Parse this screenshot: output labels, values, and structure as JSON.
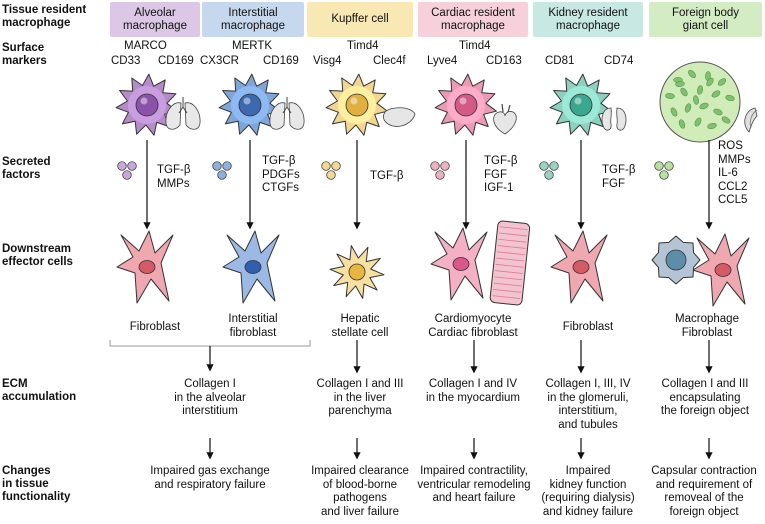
{
  "row_labels": {
    "macrophage": "Tissue resident\nmacrophage",
    "markers": "Surface\nmarkers",
    "secreted": "Secreted\nfactors",
    "effector": "Downstream\neffector cells",
    "ecm": "ECM\naccumulation",
    "function": "Changes\nin tissue\nfunctionality"
  },
  "columns": [
    {
      "header": "Alveolar\nmacrophage",
      "color": "#dcc8e6",
      "markers": [
        "MARCO",
        "CD33",
        "CD169"
      ],
      "secreted": "TGF-β\nMMPs",
      "effector": "Fibroblast",
      "ecm": "Collagen I\nin the alveolar\ninterstitium",
      "function": "Impaired gas exchange\nand respiratory failure",
      "cell_color": "#b48cc8",
      "nucleus_color": "#8a52a8",
      "dot_color": "#c8a8dc",
      "organ_icon": "lungs-icon"
    },
    {
      "header": "Interstitial\nmacrophage",
      "color": "#c6d8ee",
      "markers": [
        "MERTK",
        "CX3CR",
        "CD169"
      ],
      "secreted": "TGF-β\nPDGFs\nCTGFs",
      "effector": "Interstitial\nfibroblast",
      "cell_color": "#7ea6d8",
      "nucleus_color": "#3d68b0",
      "dot_color": "#8fb0dc",
      "organ_icon": "lungs-icon"
    },
    {
      "header": "Kupffer cell",
      "color": "#f7e8b4",
      "markers": [
        "Timd4",
        "Visg4",
        "Clec4f"
      ],
      "secreted": "TGF-β",
      "effector": "Hepatic\nstellate cell",
      "ecm": "Collagen I and III\nin the liver\nparenchyma",
      "function": "Impaired clearance\nof blood-borne\npathogens\nand liver failure",
      "cell_color": "#f0d690",
      "nucleus_color": "#e0b040",
      "dot_color": "#f2d890",
      "organ_icon": "liver-icon"
    },
    {
      "header": "Cardiac resident\nmacrophage",
      "color": "#f6d0da",
      "markers": [
        "Timd4",
        "Lyve4",
        "CD163"
      ],
      "secreted": "TGF-β\nFGF\nIGF-1",
      "effector": "Cardiomyocyte\nCardiac fibroblast",
      "ecm": "Collagen I and IV\nin the myocardium",
      "function": "Impaired contractility,\nventricular remodeling\nand heart failure",
      "cell_color": "#ec9ab4",
      "nucleus_color": "#d45a86",
      "dot_color": "#f0b0c4",
      "organ_icon": "heart-icon"
    },
    {
      "header": "Kidney resident\nmacrophage",
      "color": "#c8e8e4",
      "markers": [
        "CD81",
        "CD74"
      ],
      "secreted": "TGF-β\nFGF",
      "effector": "Fibroblast",
      "ecm": "Collagen I, III, IV\nin the glomeruli,\ninterstitium,\nand tubules",
      "function": "Impaired\nkidney function\n(requiring dialysis)\nand kidney failure",
      "cell_color": "#8cd0c0",
      "nucleus_color": "#3aa890",
      "dot_color": "#98d4c4",
      "organ_icon": "kidney-icon"
    },
    {
      "header": "Foreign body\ngiant cell",
      "color": "#d4ecc4",
      "secreted": "ROS\nMMPs\nIL-6\nCCL2\nCCL5",
      "effector": "Macrophage\nFibroblast",
      "ecm": "Collagen I and III\nencapsulating\nthe foreign object",
      "function": "Capsular contraction\nand requirement of\nremoveal of the\nforeign object",
      "cell_color": "#d0ecb8",
      "nucleus_color": "#80c070",
      "dot_color": "#b8e0a0",
      "organ_icon": "implant-icon"
    }
  ]
}
